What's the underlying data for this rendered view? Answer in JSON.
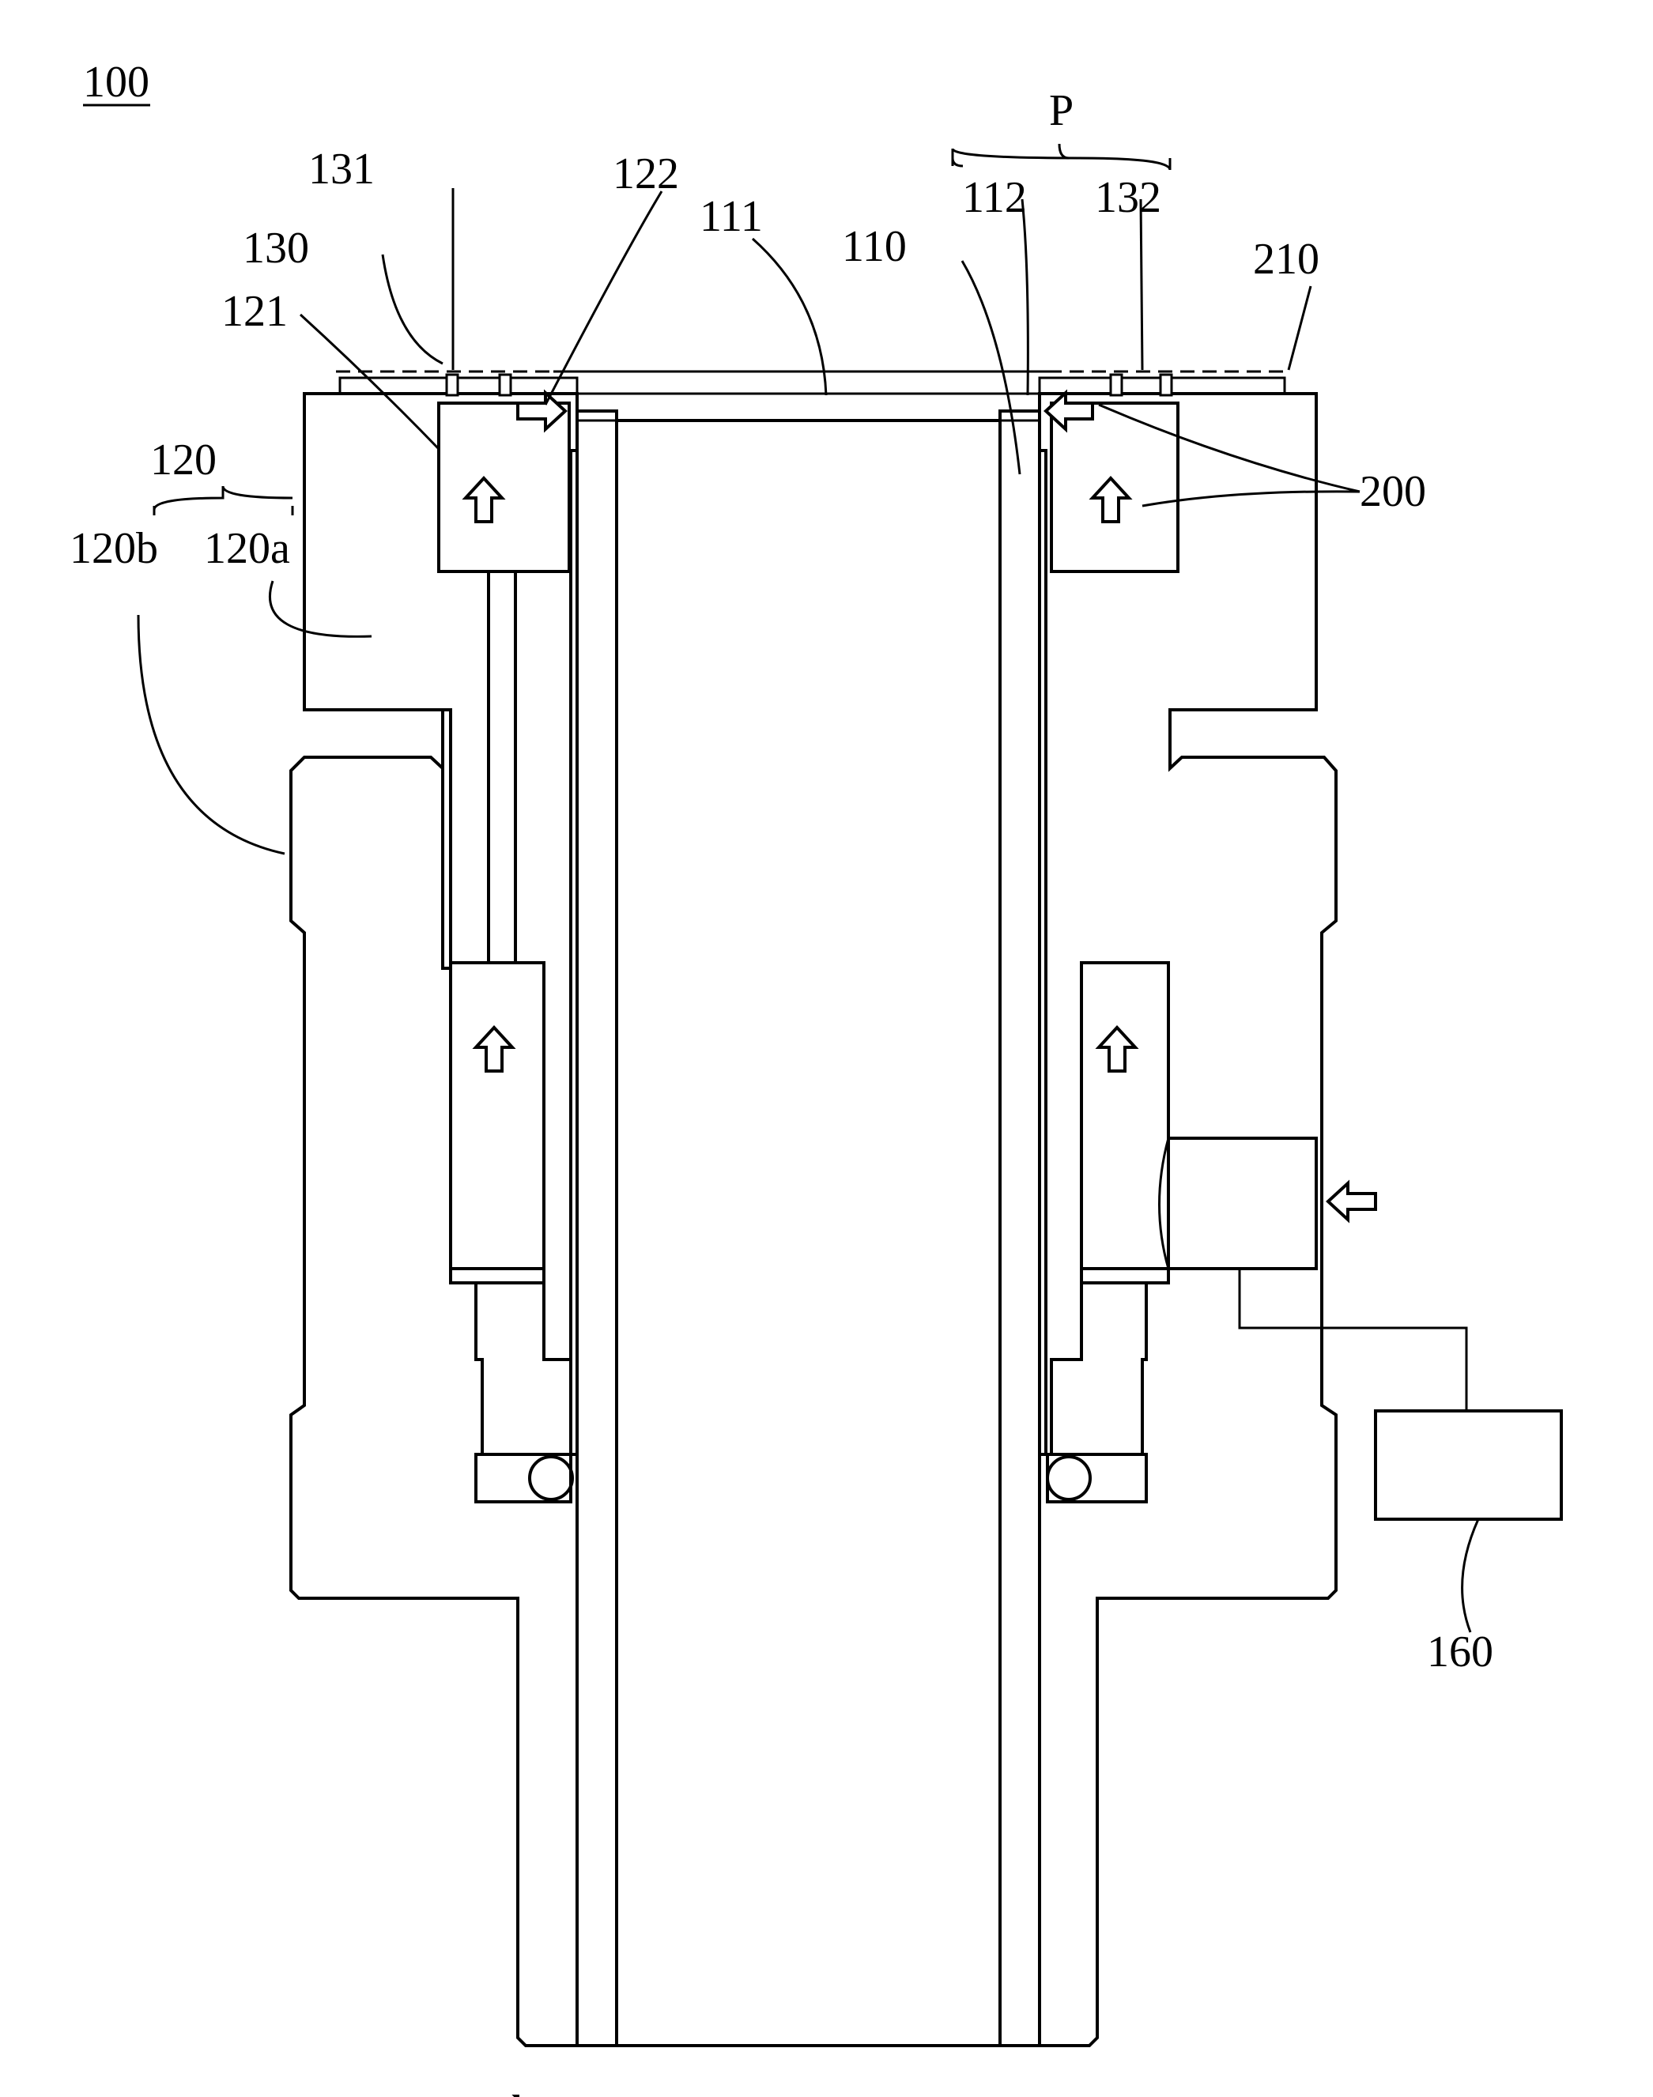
{
  "figure": {
    "ref_main": "100",
    "labels": {
      "l131": "131",
      "l122": "122",
      "l111": "111",
      "lP": "P",
      "l112": "112",
      "l132": "132",
      "l130": "130",
      "l110": "110",
      "l210": "210",
      "l121": "121",
      "l120": "120",
      "l120b": "120b",
      "l120a": "120a",
      "l200": "200",
      "l160": "160"
    }
  },
  "colors": {
    "line": "#000000",
    "background": "#ffffff"
  },
  "icons": [
    "flow-arrow-up",
    "flow-arrow-right",
    "flow-arrow-left",
    "o-ring-seal"
  ]
}
